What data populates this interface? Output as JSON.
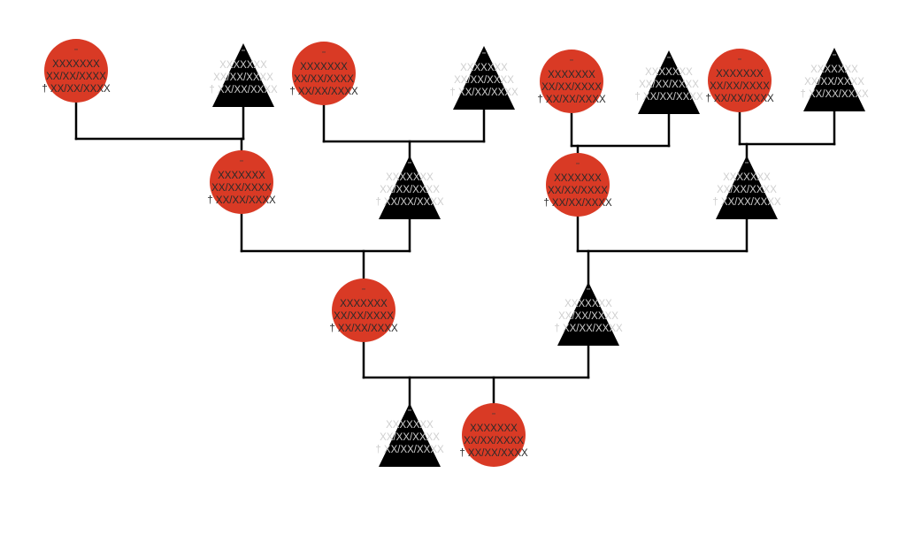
{
  "colors": {
    "female_fill": "#d93a25",
    "male_fill": "#000000",
    "female_text": "#2a2a2a",
    "male_text": "#cfcfcf",
    "line": "#000000",
    "background": "#ffffff"
  },
  "shapes": {
    "female": "circle",
    "male": "triangle"
  },
  "nodes": [
    {
      "id": "g1",
      "sex": "female",
      "code": "**",
      "name": "XXXXXXX",
      "birth": "XX/XX/XXXX",
      "death": "† XX/XX/XXXX"
    },
    {
      "id": "g2",
      "sex": "male",
      "code": "**",
      "name": "XXXXXXX",
      "birth": "XX/XX/XXXX",
      "death": "† XX/XX/XXXX"
    },
    {
      "id": "g3",
      "sex": "female",
      "code": "**",
      "name": "XXXXXXX",
      "birth": "XX/XX/XXXX",
      "death": "† XX/XX/XXXX"
    },
    {
      "id": "g4",
      "sex": "male",
      "code": "**",
      "name": "XXXXXXX",
      "birth": "XX/XX/XXXX",
      "death": "† XX/XX/XXXX"
    },
    {
      "id": "g5",
      "sex": "female",
      "code": "**",
      "name": "XXXXXXX",
      "birth": "XX/XX/XXXX",
      "death": "† XX/XX/XXXX"
    },
    {
      "id": "g6",
      "sex": "male",
      "code": "**",
      "name": "XXXXXXX",
      "birth": "XX/XX/XXXX",
      "death": "† XX/XX/XXXX"
    },
    {
      "id": "g7",
      "sex": "female",
      "code": "**",
      "name": "XXXXXXX",
      "birth": "XX/XX/XXXX",
      "death": "† XX/XX/XXXX"
    },
    {
      "id": "g8",
      "sex": "male",
      "code": "**",
      "name": "XXXXXXX",
      "birth": "XX/XX/XXXX",
      "death": "† XX/XX/XXXX"
    },
    {
      "id": "p1",
      "sex": "female",
      "code": "**",
      "name": "XXXXXXX",
      "birth": "XX/XX/XXXX",
      "death": "† XX/XX/XXXX"
    },
    {
      "id": "p2",
      "sex": "male",
      "code": "**",
      "name": "XXXXXXX",
      "birth": "XX/XX/XXXX",
      "death": "† XX/XX/XXXX"
    },
    {
      "id": "p3",
      "sex": "female",
      "code": "**",
      "name": "XXXXXXX",
      "birth": "XX/XX/XXXX",
      "death": "† XX/XX/XXXX"
    },
    {
      "id": "p4",
      "sex": "male",
      "code": "**",
      "name": "XXXXXXX",
      "birth": "XX/XX/XXXX",
      "death": "† XX/XX/XXXX"
    },
    {
      "id": "m",
      "sex": "female",
      "code": "**",
      "name": "XXXXXXX",
      "birth": "XX/XX/XXXX",
      "death": "† XX/XX/XXXX"
    },
    {
      "id": "f",
      "sex": "male",
      "code": "**",
      "name": "XXXXXXX",
      "birth": "XX/XX/XXXX",
      "death": "† XX/XX/XXXX"
    },
    {
      "id": "c1",
      "sex": "male",
      "code": "**",
      "name": "XXXXXXX",
      "birth": "XX/XX/XXXX",
      "death": "† XX/XX/XXXX"
    },
    {
      "id": "c2",
      "sex": "female",
      "code": "**",
      "name": "XXXXXXX",
      "birth": "XX/XX/XXXX",
      "death": "† XX/XX/XXXX"
    }
  ],
  "unions": [
    {
      "partners": [
        "g1",
        "g2"
      ],
      "children": [
        "p1"
      ]
    },
    {
      "partners": [
        "g3",
        "g4"
      ],
      "children": [
        "p2"
      ]
    },
    {
      "partners": [
        "g5",
        "g6"
      ],
      "children": [
        "p3"
      ]
    },
    {
      "partners": [
        "g7",
        "g8"
      ],
      "children": [
        "p4"
      ]
    },
    {
      "partners": [
        "p1",
        "p2"
      ],
      "children": [
        "m"
      ]
    },
    {
      "partners": [
        "p3",
        "p4"
      ],
      "children": [
        "f"
      ]
    },
    {
      "partners": [
        "m",
        "f"
      ],
      "children": [
        "c1",
        "c2"
      ]
    }
  ]
}
